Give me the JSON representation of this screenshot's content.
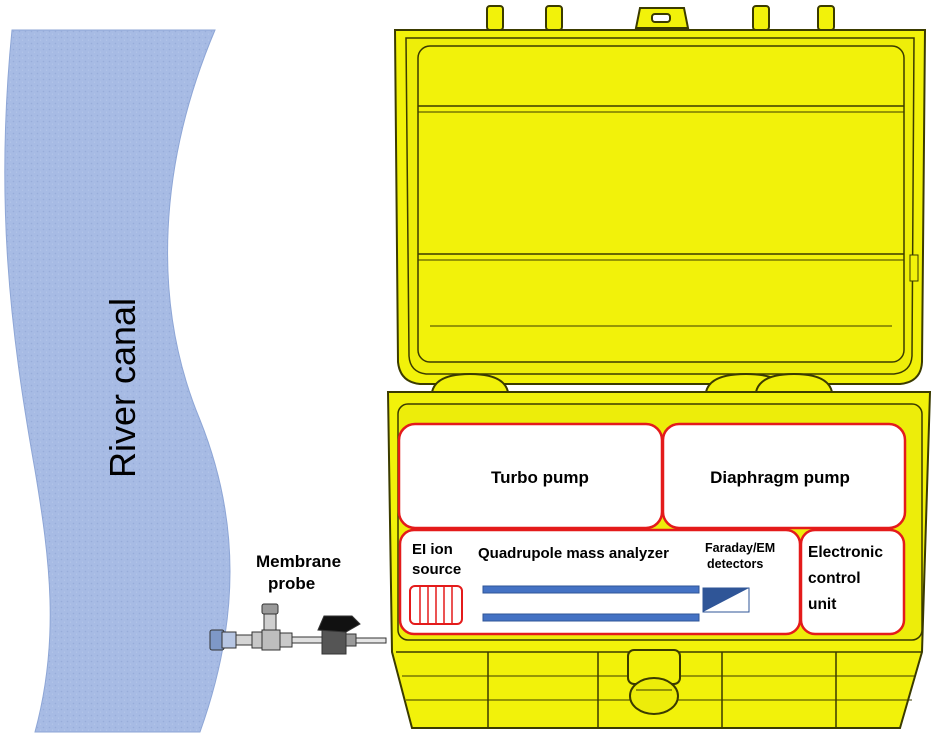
{
  "river": {
    "label": "River canal",
    "fill": "#a4b8e2",
    "stroke": "#8ea6d6"
  },
  "probe": {
    "label_line1": "Membrane",
    "label_line2": "probe"
  },
  "case": {
    "color": "#f2f20a",
    "outline": "#3b3b00"
  },
  "components": {
    "turbo_pump": "Turbo pump",
    "diaphragm_pump": "Diaphragm pump",
    "ion_source_line1": "EI ion",
    "ion_source_line2": "source",
    "analyzer": "Quadrupole mass analyzer",
    "detectors_line1": "Faraday/EM",
    "detectors_line2": "detectors",
    "ecu_line1": "Electronic",
    "ecu_line2": "control",
    "ecu_line3": "unit",
    "box_border": "#e41b1b",
    "rod_color": "#4472c4"
  }
}
